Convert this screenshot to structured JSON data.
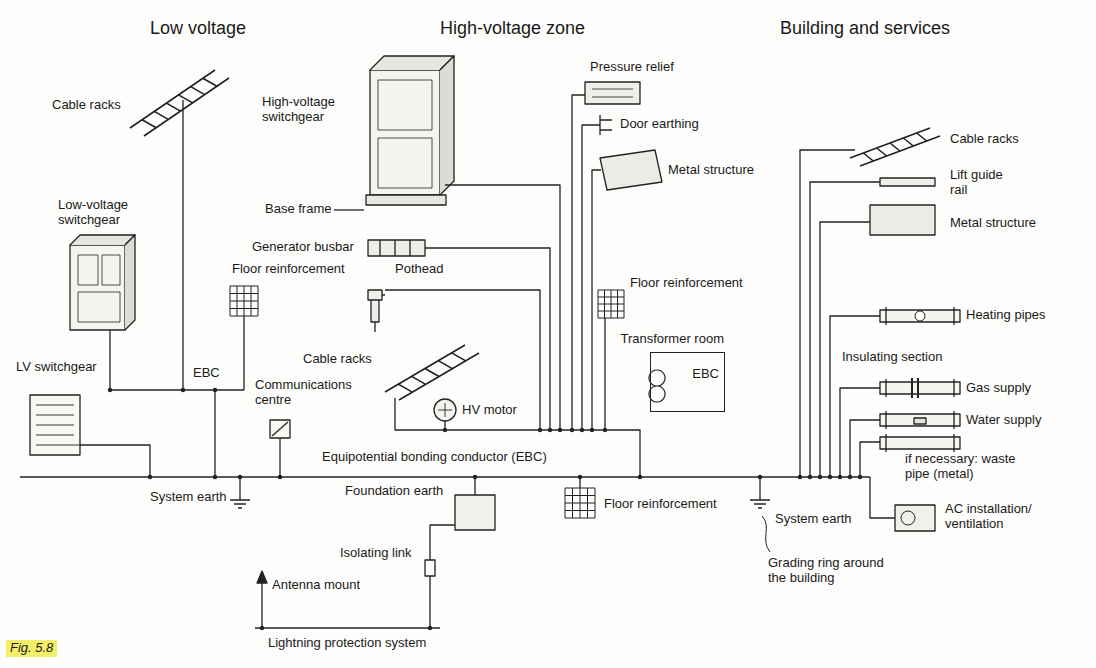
{
  "diagram": {
    "nodes": [
      {
        "text": [
          "Transformer room",
          "EBC"
        ]
      }
    ],
    "labels": [
      "Low voltage",
      "High-voltage zone",
      "Building and services",
      "Cable racks",
      "Low-voltage switchgear",
      "Floor reinforcement",
      "EBC",
      "LV switchgear",
      "Communications centre",
      "System earth",
      "High-voltage switchgear",
      "Base frame",
      "Generator busbar",
      "Pothead",
      "Cable racks",
      "HV motor",
      "Pressure relief",
      "Door earthing",
      "Metal structure",
      "Floor reinforcement",
      "Equipotential bonding conductor (EBC)",
      "Foundation earth",
      "Isolating link",
      "Antenna mount",
      "Lightning protection system",
      "Floor reinforcement",
      "System earth",
      "Grading ring around the building",
      "Cable racks",
      "Lift guide rail",
      "Metal structure",
      "Heating pipes",
      "Insulating section",
      "Gas supply",
      "Water supply",
      "if necessary: waste pipe (metal)",
      "AC installation/ ventilation",
      "Fig. 5.8"
    ]
  }
}
